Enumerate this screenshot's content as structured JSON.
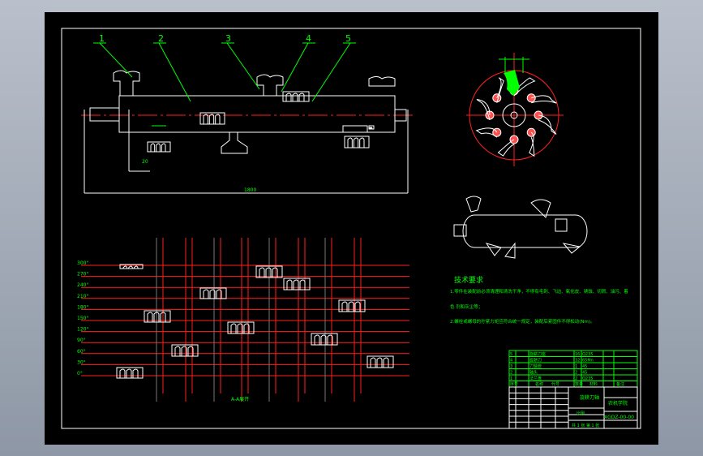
{
  "viewer": {
    "background_color": "#a0a8b4",
    "paper_color": "#000000"
  },
  "drawing": {
    "part_labels": [
      "1",
      "2",
      "3",
      "4",
      "5"
    ],
    "overall_dimension": "1800",
    "small_dimension": "20",
    "development_angles": [
      "300°",
      "270°",
      "240°",
      "210°",
      "180°",
      "150°",
      "120°",
      "90°",
      "60°",
      "30°",
      "0°"
    ],
    "development_caption": "A-A展开",
    "technical_requirements": {
      "title": "技术要求",
      "lines": [
        "1.零件在装配前必须清理和清洗干净，不得有毛刺、飞边、氧化皮、锈蚀、切屑、油污、着",
        "色   剂和灰尘等；",
        "2.螺栓或螺母的拧紧力矩应符合统一规定，装配后紧固件不得松动(Nm)。"
      ]
    },
    "title_block": {
      "drawing_title": "旋耕刀轴",
      "school": "农机学院",
      "drawing_number": "XGDZ-00-00",
      "scale_label": "比例",
      "sheet_text": "共 1 张  第 1 张",
      "parts_rows": [
        [
          "5",
          "旋耕刀座",
          "",
          "16",
          "Q235"
        ],
        [
          "4",
          "旋耕刀",
          "",
          "32",
          "65Mn"
        ],
        [
          "3",
          "刀轴管",
          "",
          "1",
          "45"
        ],
        [
          "2",
          "轴头",
          "",
          "2",
          "45"
        ],
        [
          "1",
          "法兰盘",
          "",
          "2",
          "Q235"
        ]
      ],
      "parts_header": [
        "序号",
        "名称",
        "代号",
        "数量",
        "材料",
        "备注"
      ]
    },
    "colors": {
      "outline": "#ffffff",
      "centerline": "#ff2020",
      "annotation": "#00ff00"
    }
  }
}
